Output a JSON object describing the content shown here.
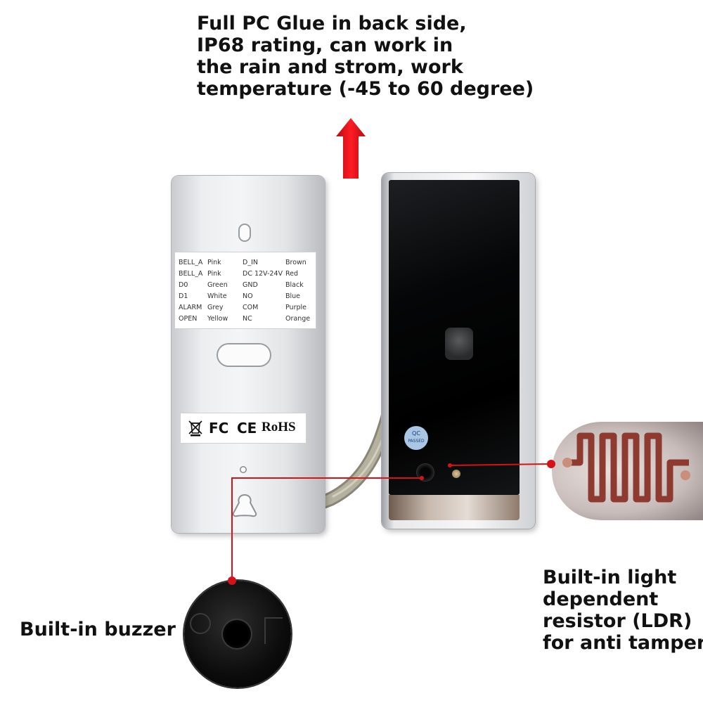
{
  "captions": {
    "top": [
      "Full PC Glue in back side,",
      "IP68 rating, can work in",
      "the rain and strom, work",
      "temperature (-45 to 60 degree)"
    ],
    "buzzer": "Built-in buzzer",
    "ldr": [
      "Built-in light",
      "dependent",
      "resistor (LDR)",
      "for anti tamper"
    ]
  },
  "wiring_label": {
    "rows": [
      {
        "signal_a": "BELL_A",
        "color_a": "Pink",
        "signal_b": "D_IN",
        "color_b": "Brown"
      },
      {
        "signal_a": "BELL_A",
        "color_a": "Pink",
        "signal_b": "DC 12V-24V",
        "color_b": "Red"
      },
      {
        "signal_a": "D0",
        "color_a": "Green",
        "signal_b": "GND",
        "color_b": "Black"
      },
      {
        "signal_a": "D1",
        "color_a": "White",
        "signal_b": "NO",
        "color_b": "Blue"
      },
      {
        "signal_a": "ALARM",
        "color_a": "Grey",
        "signal_b": "COM",
        "color_b": "Purple"
      },
      {
        "signal_a": "OPEN",
        "color_a": "Yellow",
        "signal_b": "NC",
        "color_b": "Orange"
      }
    ]
  },
  "certifications": {
    "fc": "FC",
    "ce": "CE",
    "rohs": "RoHS"
  },
  "qc_sticker": {
    "line1": "QC",
    "line2": "PASSED"
  },
  "colors": {
    "arrow": "#e8121a",
    "callout_line": "#d3121a",
    "cable": "#a8a493"
  },
  "icons": {
    "arrow": "arrow-up-icon",
    "weee": "crossed-bin-icon"
  }
}
